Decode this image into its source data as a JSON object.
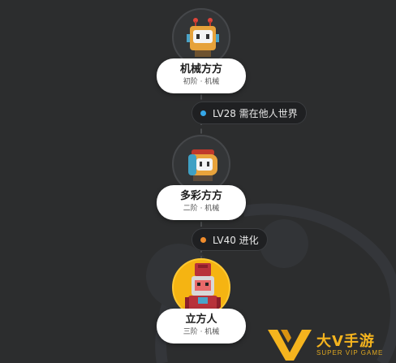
{
  "colors": {
    "background": "#2c2d2e",
    "card": "#ffffff",
    "accent_blue": "#35a7e8",
    "accent_orange": "#f08c2c",
    "current_stage": "#f5b412",
    "logo": "#f5b41e"
  },
  "stages": [
    {
      "name": "机械方方",
      "subtitle": "初阶 · 机械",
      "icon": "robot-square-icon",
      "state": "locked"
    },
    {
      "name": "多彩方方",
      "subtitle": "二阶 · 机械",
      "icon": "robot-capsule-icon",
      "state": "locked"
    },
    {
      "name": "立方人",
      "subtitle": "三阶 · 机械",
      "icon": "robot-cube-man-icon",
      "state": "current"
    }
  ],
  "requirements": [
    {
      "label": "LV28 需在他人世界",
      "dot": "blue"
    },
    {
      "label": "LV40 进化",
      "dot": "orange"
    }
  ],
  "watermark": {
    "icon": "v-logo-icon",
    "title": "大V手游",
    "subtitle": "SUPER VIP GAME"
  }
}
